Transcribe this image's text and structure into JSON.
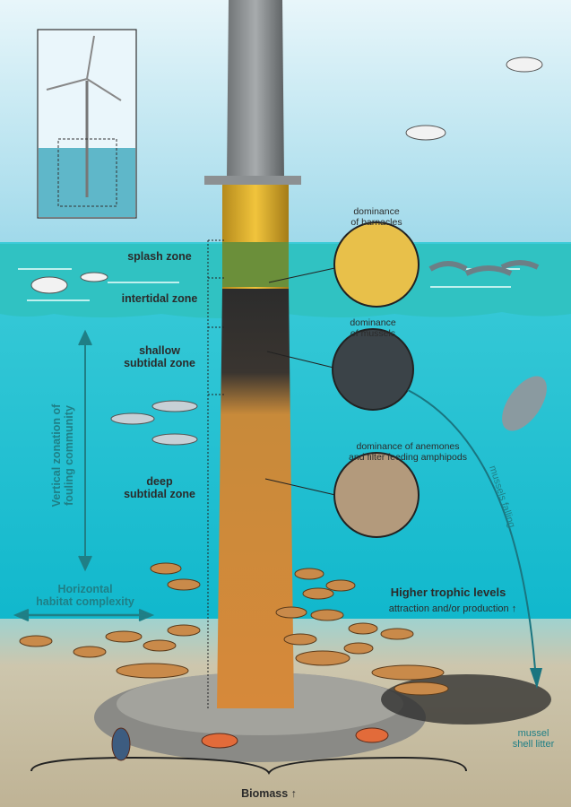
{
  "zones": {
    "splash": "splash zone",
    "intertidal": "intertidal zone",
    "shallow_1": "shallow",
    "shallow_2": "subtidal zone",
    "deep_1": "deep",
    "deep_2": "subtidal zone"
  },
  "axes": {
    "vertical_1": "Vertical zonation of",
    "vertical_2": "fouling community",
    "horizontal_1": "Horizontal",
    "horizontal_2": "habitat complexity"
  },
  "callouts": {
    "barnacles_1": "dominance",
    "barnacles_2": "of barnacles",
    "mussels_1": "dominance",
    "mussels_2": "of mussels",
    "anemones_1": "dominance of anemones",
    "anemones_2": "and filter feeding amphipods"
  },
  "flows": {
    "mussels_falling": "mussels falling",
    "litter_1": "mussel",
    "litter_2": "shell litter"
  },
  "trophic": {
    "title": "Higher trophic levels",
    "subtitle": "attraction and/or production",
    "arrow": "↑"
  },
  "biomass": {
    "label": "Biomass",
    "arrow": "↑"
  },
  "colors": {
    "sky": "#bfe6f0",
    "sea_surface": "#2fc3c4",
    "water": "#1ec0d2",
    "seabed": "#cbc1a6",
    "teal_text": "#1f7f86",
    "orange": "#f0901e"
  }
}
